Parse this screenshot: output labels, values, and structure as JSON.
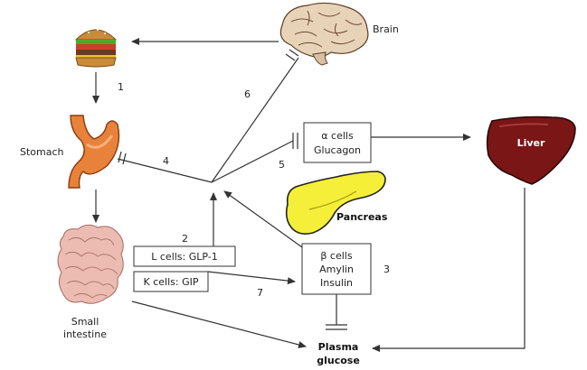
{
  "labels": {
    "brain": "Brain",
    "stomach": "Stomach",
    "small_intestine_1": "Small",
    "small_intestine_2": "intestine",
    "liver": "Liver",
    "pancreas": "Pancreas",
    "plasma_1": "Plasma",
    "plasma_2": "glucose"
  },
  "boxes": {
    "alpha_1": "α cells",
    "alpha_2": "Glucagon",
    "beta_1": "β cells",
    "beta_2": "Amylin",
    "beta_3": "Insulin",
    "l_cells": "L cells: GLP-1",
    "k_cells": "K cells: GIP"
  },
  "steps": [
    "1",
    "2",
    "3",
    "4",
    "5",
    "6",
    "7"
  ],
  "colors": {
    "liver": "#7a1616",
    "pancreas": "#f5ef3a",
    "stomach": "#e8823a",
    "intestine": "#e8b8b0"
  }
}
